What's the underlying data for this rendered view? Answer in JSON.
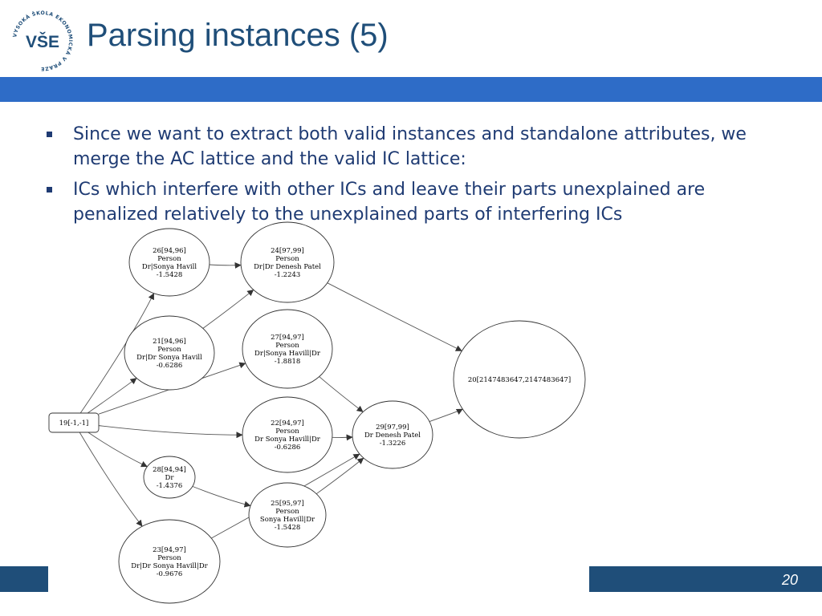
{
  "slide": {
    "title": "Parsing instances (5)",
    "page_number": "20",
    "logo": {
      "text": "VŠE",
      "ring_text": "VYSOKÁ ŠKOLA EKONOMICKÁ V PRAZE"
    },
    "bullets": [
      "Since we want to extract both valid instances and standalone attributes, we merge the AC lattice and the valid IC lattice:",
      "ICs which interfere with other ICs and leave their parts unexplained are penalized relatively to the unexplained parts of interfering ICs"
    ],
    "colors": {
      "title": "#1f4e79",
      "top_bar": "#2e6cc7",
      "bottom_bar": "#1f4e79",
      "bullet_text": "#1f3b73"
    }
  },
  "diagram": {
    "nodes": [
      {
        "id": "n19",
        "shape": "box",
        "lines": [
          "19[-1,-1]"
        ]
      },
      {
        "id": "n26",
        "shape": "ellipse",
        "lines": [
          "26[94,96]",
          "Person",
          "Dr|Sonya Havill",
          "-1.5428"
        ]
      },
      {
        "id": "n24",
        "shape": "ellipse",
        "lines": [
          "24[97,99]",
          "Person",
          "Dr|Dr Denesh Patel",
          "-1.2243"
        ]
      },
      {
        "id": "n21",
        "shape": "ellipse",
        "lines": [
          "21[94,96]",
          "Person",
          "Dr|Dr Sonya Havill",
          "-0.6286"
        ]
      },
      {
        "id": "n27",
        "shape": "ellipse",
        "lines": [
          "27[94,97]",
          "Person",
          "Dr|Sonya Havill|Dr",
          "-1.8818"
        ]
      },
      {
        "id": "n22",
        "shape": "ellipse",
        "lines": [
          "22[94,97]",
          "Person",
          "Dr Sonya Havill|Dr",
          "-0.6286"
        ]
      },
      {
        "id": "n29",
        "shape": "ellipse",
        "lines": [
          "29[97,99]",
          "Dr Denesh Patel",
          "-1.3226"
        ]
      },
      {
        "id": "n20",
        "shape": "ellipse",
        "lines": [
          "20[2147483647,2147483647]"
        ]
      },
      {
        "id": "n28",
        "shape": "ellipse",
        "lines": [
          "28[94,94]",
          "Dr",
          "-1.4376"
        ]
      },
      {
        "id": "n25",
        "shape": "ellipse",
        "lines": [
          "25[95,97]",
          "Person",
          "Sonya Havill|Dr",
          "-1.5428"
        ]
      },
      {
        "id": "n23",
        "shape": "ellipse",
        "lines": [
          "23[94,97]",
          "Person",
          "Dr|Dr Sonya Havill|Dr",
          "-0.9676"
        ]
      }
    ],
    "edges": [
      {
        "from": "n19",
        "to": "n26"
      },
      {
        "from": "n19",
        "to": "n21"
      },
      {
        "from": "n19",
        "to": "n27"
      },
      {
        "from": "n19",
        "to": "n22"
      },
      {
        "from": "n19",
        "to": "n28"
      },
      {
        "from": "n19",
        "to": "n23"
      },
      {
        "from": "n26",
        "to": "n24"
      },
      {
        "from": "n21",
        "to": "n24"
      },
      {
        "from": "n24",
        "to": "n20"
      },
      {
        "from": "n27",
        "to": "n29"
      },
      {
        "from": "n22",
        "to": "n29"
      },
      {
        "from": "n25",
        "to": "n29"
      },
      {
        "from": "n28",
        "to": "n25"
      },
      {
        "from": "n23",
        "to": "n29"
      },
      {
        "from": "n29",
        "to": "n20"
      }
    ]
  }
}
